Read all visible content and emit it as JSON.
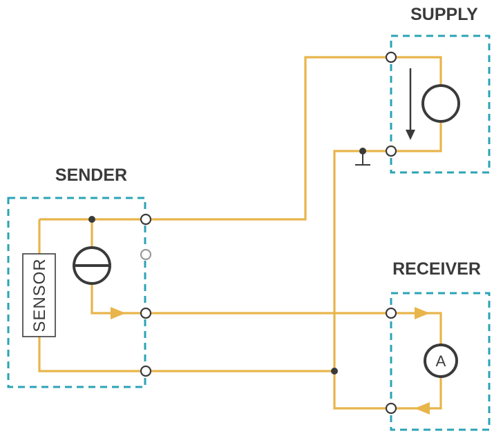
{
  "blocks": {
    "supply": {
      "label": "SUPPLY"
    },
    "sender": {
      "label": "SENDER"
    },
    "receiver": {
      "label": "RECEIVER"
    }
  },
  "sensor": {
    "label": "SENSOR"
  },
  "meter": {
    "label": "A"
  },
  "colors": {
    "wire": "#E8B54A",
    "box_border": "#2AA3B5",
    "component": "#3a3a3a",
    "terminal_border": "#3a3a3a",
    "unused_terminal_border": "#9a9a9a"
  },
  "icons": {
    "current_source": "circle-with-horizontal-bar",
    "voltage_source": "circle",
    "ground": "ground-symbol",
    "ammeter": "circle-with-letter"
  }
}
